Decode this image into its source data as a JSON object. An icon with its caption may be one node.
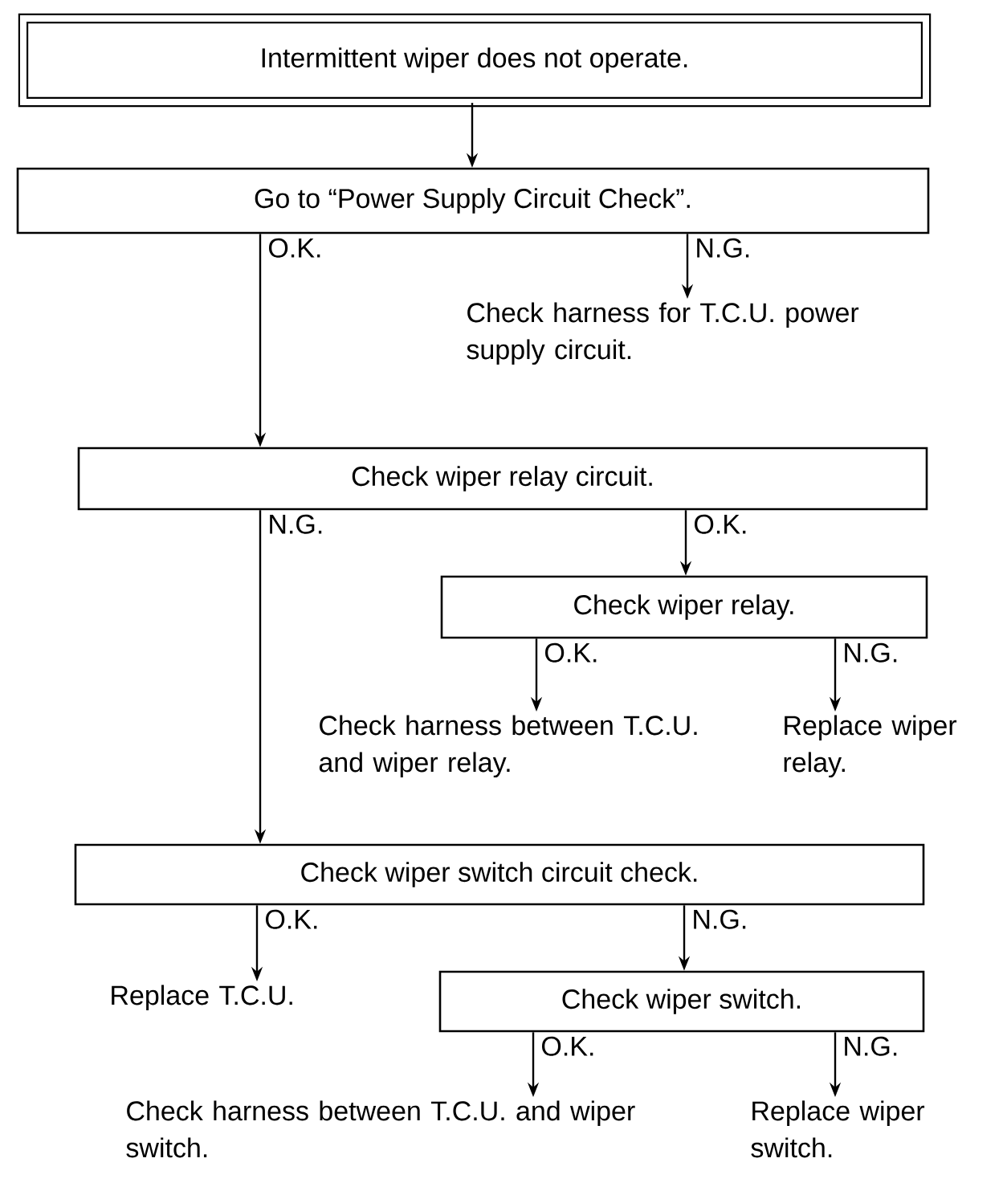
{
  "diagram": {
    "nodes": [
      {
        "text": [
          "Intermittent wiper does not operate."
        ]
      },
      {
        "text": [
          "Go to “Power Supply Circuit Check”."
        ]
      },
      {
        "text": [
          "Check harness for T.C.U. power supply circuit."
        ]
      },
      {
        "text": [
          "Check wiper relay circuit."
        ]
      },
      {
        "text": [
          "Check wiper relay."
        ]
      },
      {
        "text": [
          "Check harness between T.C.U. and wiper relay."
        ]
      },
      {
        "text": [
          "Replace wiper relay."
        ]
      },
      {
        "text": [
          "Check wiper switch circuit check."
        ]
      },
      {
        "text": [
          "Replace T.C.U."
        ]
      },
      {
        "text": [
          "Check wiper switch."
        ]
      },
      {
        "text": [
          "Check harness between T.C.U. and wiper switch."
        ]
      },
      {
        "text": [
          "Replace wiper switch."
        ]
      }
    ],
    "edges": [
      {
        "from": 0,
        "to": 1,
        "arrow": "to"
      },
      {
        "from": 1,
        "to": 3,
        "arrow": "to",
        "label": "O.K."
      },
      {
        "from": 1,
        "to": 2,
        "arrow": "to",
        "label": "N.G."
      },
      {
        "from": 3,
        "to": 7,
        "arrow": "to",
        "label": "N.G."
      },
      {
        "from": 3,
        "to": 4,
        "arrow": "to",
        "label": "O.K."
      },
      {
        "from": 4,
        "to": 5,
        "arrow": "to",
        "label": "O.K."
      },
      {
        "from": 4,
        "to": 6,
        "arrow": "to",
        "label": "N.G."
      },
      {
        "from": 7,
        "to": 8,
        "arrow": "to",
        "label": "O.K."
      },
      {
        "from": 7,
        "to": 9,
        "arrow": "to",
        "label": "N.G."
      },
      {
        "from": 9,
        "to": 10,
        "arrow": "to",
        "label": "O.K."
      },
      {
        "from": 9,
        "to": 11,
        "arrow": "to",
        "label": "N.G."
      }
    ]
  }
}
